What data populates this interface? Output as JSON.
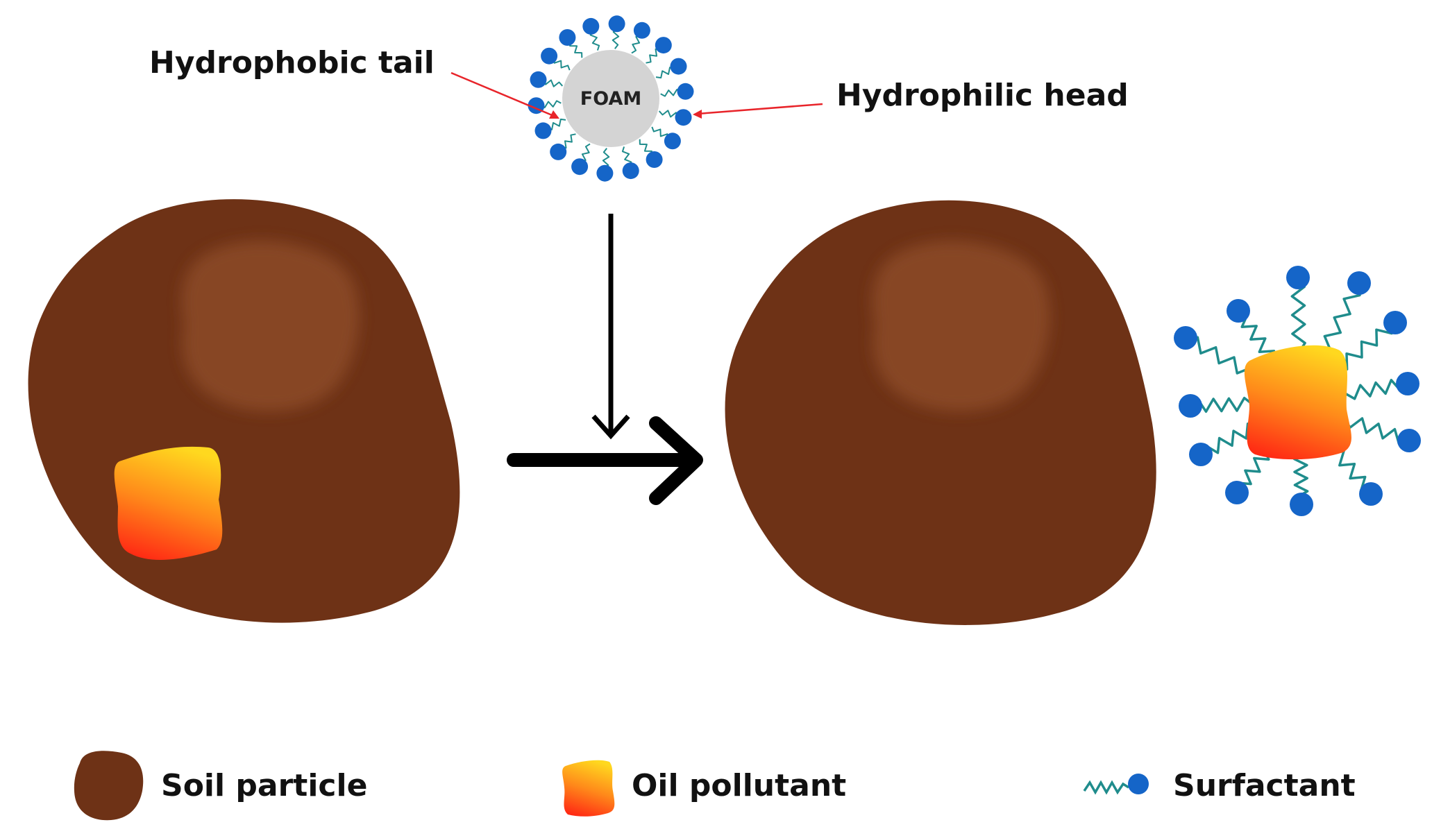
{
  "labels": {
    "hydrophobic_tail": "Hydrophobic tail",
    "hydrophilic_head": "Hydrophilic head",
    "foam": "FOAM"
  },
  "legend": {
    "soil": "Soil particle",
    "oil": "Oil pollutant",
    "surfactant": "Surfactant"
  },
  "colors": {
    "soil": "#6e3216",
    "soil_highlight": "#8a4a26",
    "oil_top": "#ffd21f",
    "oil_bottom": "#ff2a14",
    "surfactant_head": "#1565c8",
    "surfactant_tail": "#1f8c8c",
    "foam_core": "#d4d4d4",
    "pointer": "#e8242a",
    "arrow": "#000000"
  }
}
